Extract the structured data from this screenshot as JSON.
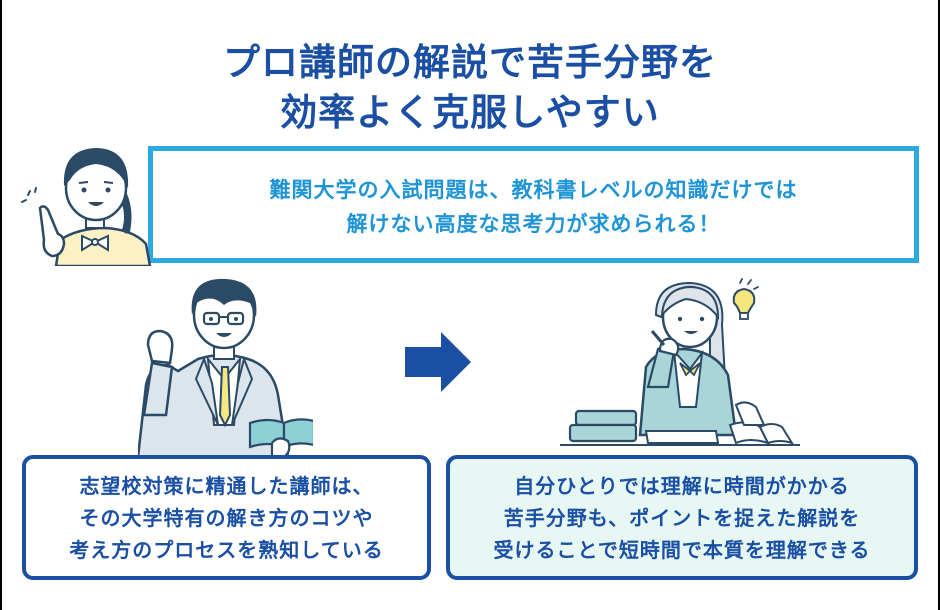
{
  "title": {
    "lines": [
      "プロ講師の解説で苦手分野を",
      "効率よく克服しやすい"
    ]
  },
  "callout": {
    "lines": [
      "難関大学の入試問題は、教科書レベルの知識だけでは",
      "解けない高度な思考力が求められる！"
    ]
  },
  "illustrations": {
    "narrator": "girl-pointing-illustration",
    "teacher": "teacher-with-book-illustration",
    "student": "student-studying-with-lightbulb-illustration",
    "arrow": "right-arrow-icon"
  },
  "boxes": [
    {
      "lines": [
        "志望校対策に精通した講師は、",
        "その大学特有の解き方のコツや",
        "考え方のプロセスを熟知している"
      ]
    },
    {
      "lines": [
        "自分ひとりでは理解に時間がかかる",
        "苦手分野も、ポイントを捉えた解説を",
        "受けることで短時間で本質を理解できる"
      ]
    }
  ],
  "colors": {
    "title": "#1a4fa3",
    "callout_border": "#2ea8e0",
    "callout_text": "#1f95d6",
    "box_border": "#1a4fa3",
    "box_2_bg": "#e6f7f4",
    "arrow": "#1a4fa3"
  }
}
